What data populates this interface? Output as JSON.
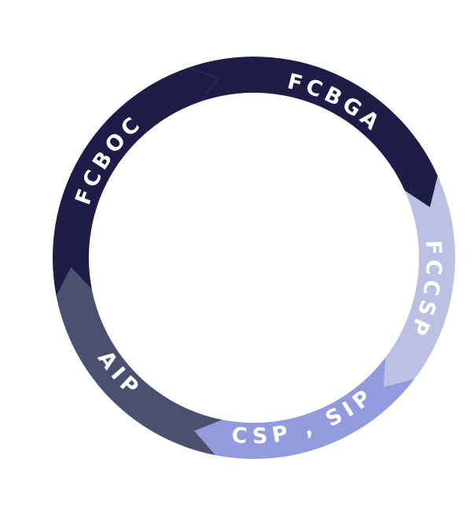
{
  "diagram": {
    "type": "cycle",
    "segments": [
      {
        "label": "FCBGA",
        "color": "#1f1d47"
      },
      {
        "label": "FCCSP",
        "color": "#bcc1e4"
      },
      {
        "label": "CSP , SIP",
        "color": "#939bdf"
      },
      {
        "label": "AIP",
        "color": "#4b5070"
      },
      {
        "label": "FCBOC",
        "color": "#1f1d47"
      }
    ]
  }
}
